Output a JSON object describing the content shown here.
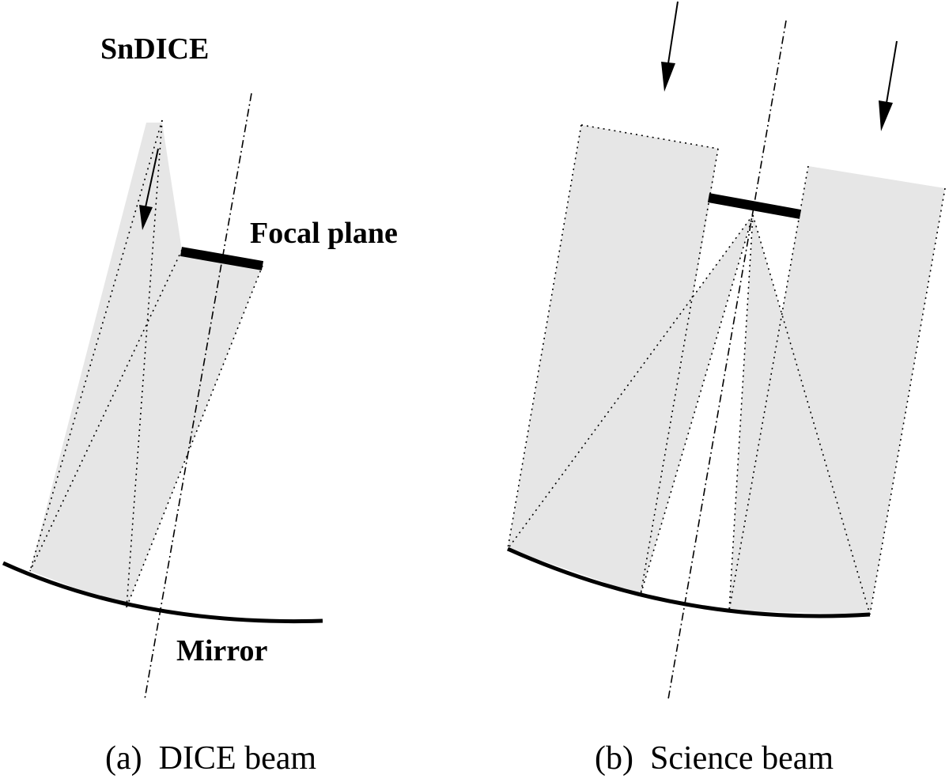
{
  "panel_a": {
    "title": "SnDICE",
    "focal_plane_label": "Focal plane",
    "mirror_label": "Mirror",
    "caption": "(a)  DICE beam"
  },
  "panel_b": {
    "caption": "(b)  Science beam"
  }
}
